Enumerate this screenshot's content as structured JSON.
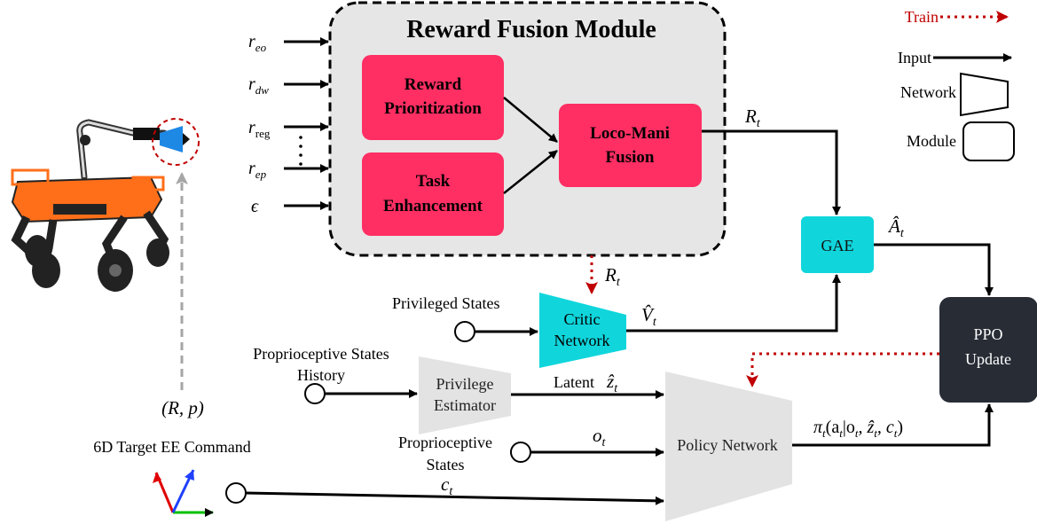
{
  "module": {
    "title": "Reward Fusion Module",
    "reward_prioritization": [
      "Reward",
      "Prioritization"
    ],
    "task_enhancement": [
      "Task",
      "Enhancement"
    ],
    "loco_mani_fusion": [
      "Loco-Mani",
      "Fusion"
    ]
  },
  "reward_inputs": [
    {
      "base": "r",
      "sub": "eo"
    },
    {
      "base": "r",
      "sub": "dw"
    },
    {
      "base": "r",
      "sub": "reg"
    },
    {
      "base": "r",
      "sub": "ep"
    },
    {
      "base": "ϵ",
      "sub": ""
    }
  ],
  "signals": {
    "R_t": "R",
    "R_t_sub": "t",
    "A_hat": "Â",
    "A_hat_sub": "t",
    "V_hat": "V̂",
    "V_hat_sub": "t",
    "latent_label": "Latent",
    "z_hat": "ẑ",
    "z_hat_sub": "t",
    "o_t": "o",
    "o_t_sub": "t",
    "c_t": "c",
    "c_t_sub": "t",
    "pi_expr": "π",
    "pi_sub": "t",
    "pi_args": "(a",
    "pi_rest": "|o",
    "pi_rest2": ", ẑ",
    "pi_rest3": ", c",
    "pi_close": ")"
  },
  "blocks": {
    "gae": "GAE",
    "ppo": [
      "PPO",
      "Update"
    ],
    "critic": [
      "Critic",
      "Network"
    ],
    "estimator": [
      "Privilege",
      "Estimator"
    ],
    "policy": "Policy Network"
  },
  "inputs": {
    "privileged": "Privileged States",
    "proprio_history": [
      "Proprioceptive States",
      "History"
    ],
    "proprio": [
      "Proprioceptive",
      "States"
    ],
    "command": "6D Target EE Command",
    "rp": "(R, p)"
  },
  "legend": {
    "train": "Train",
    "input": "Input",
    "network": "Network",
    "module": "Module"
  },
  "colors": {
    "pink": "#ff2e63",
    "cyan": "#10d6dc",
    "grey_net": "#e3e3e3",
    "module_bg": "#e6e6e6",
    "ppo_bg": "#272c35",
    "train_red": "#c00000",
    "grey_arrow": "#a6a6a6"
  }
}
